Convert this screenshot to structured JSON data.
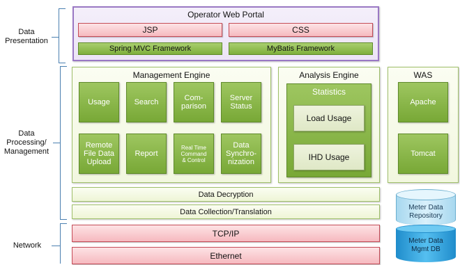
{
  "layers": {
    "presentation": "Data\nPresentation",
    "processing": "Data\nProcessing/\nManagement",
    "network": "Network"
  },
  "portal": {
    "title": "Operator Web Portal",
    "jsp": "JSP",
    "css": "CSS",
    "spring": "Spring MVC Framework",
    "mybatis": "MyBatis Framework"
  },
  "management": {
    "title": "Management Engine",
    "tiles": [
      "Usage",
      "Search",
      "Com-\nparison",
      "Server\nStatus",
      "Remote\nFile Data\nUpload",
      "Report",
      "Real Time\nCommand\n& Control",
      "Data\nSynchro-\nnization"
    ]
  },
  "analysis": {
    "title": "Analysis Engine",
    "statistics": "Statistics",
    "load_usage": "Load Usage",
    "ihd_usage": "IHD Usage"
  },
  "was": {
    "title": "WAS",
    "apache": "Apache",
    "tomcat": "Tomcat"
  },
  "bands": {
    "decryption": "Data Decryption",
    "collection": "Data Collection/Translation",
    "tcpip": "TCP/IP",
    "ethernet": "Ethernet"
  },
  "databases": {
    "repository": "Meter Data\nRepository",
    "mgmt": "Meter Data\nMgmt DB"
  },
  "colors": {
    "purple_border": "#9a78c4",
    "pink_fill": "#f6b9bf",
    "green_fill": "#8cb84a",
    "bracket": "#4a7fb0",
    "db_light": "#bfe3f5",
    "db_dark": "#2a9fd6"
  }
}
